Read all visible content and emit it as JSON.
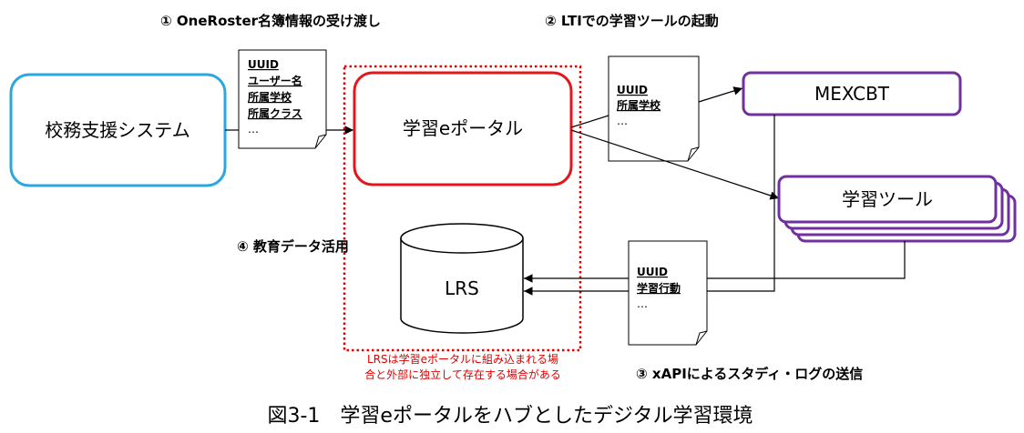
{
  "labels": {
    "step1": "① OneRoster名簿情報の受け渡し",
    "step2": "② LTIでの学習ツールの起動",
    "step3": "③ xAPIによるスタディ・ログの送信",
    "step4": "④ 教育データ活用"
  },
  "nodes": {
    "school_system": "校務支援システム",
    "portal": "学習eポータル",
    "mexcbt": "MEXCBT",
    "tools": "学習ツール",
    "lrs": "LRS"
  },
  "documents": {
    "roster": [
      "UUID",
      "ユーザー名",
      "所属学校",
      "所属クラス",
      "…"
    ],
    "lti": [
      "UUID",
      "所属学校",
      "…"
    ],
    "xapi": [
      "UUID",
      "学習行動",
      "…"
    ]
  },
  "note": {
    "line1": "LRSは学習eポータルに組み込まれる場",
    "line2": "合と外部に独立して存在する場合がある"
  },
  "caption": "図3-1　学習eポータルをハブとしたデジタル学習環境",
  "colors": {
    "school_system_border": "#29a8e0",
    "portal_border": "#e8141c",
    "external_border": "#7030a0",
    "dotted_region": "#e00000"
  }
}
